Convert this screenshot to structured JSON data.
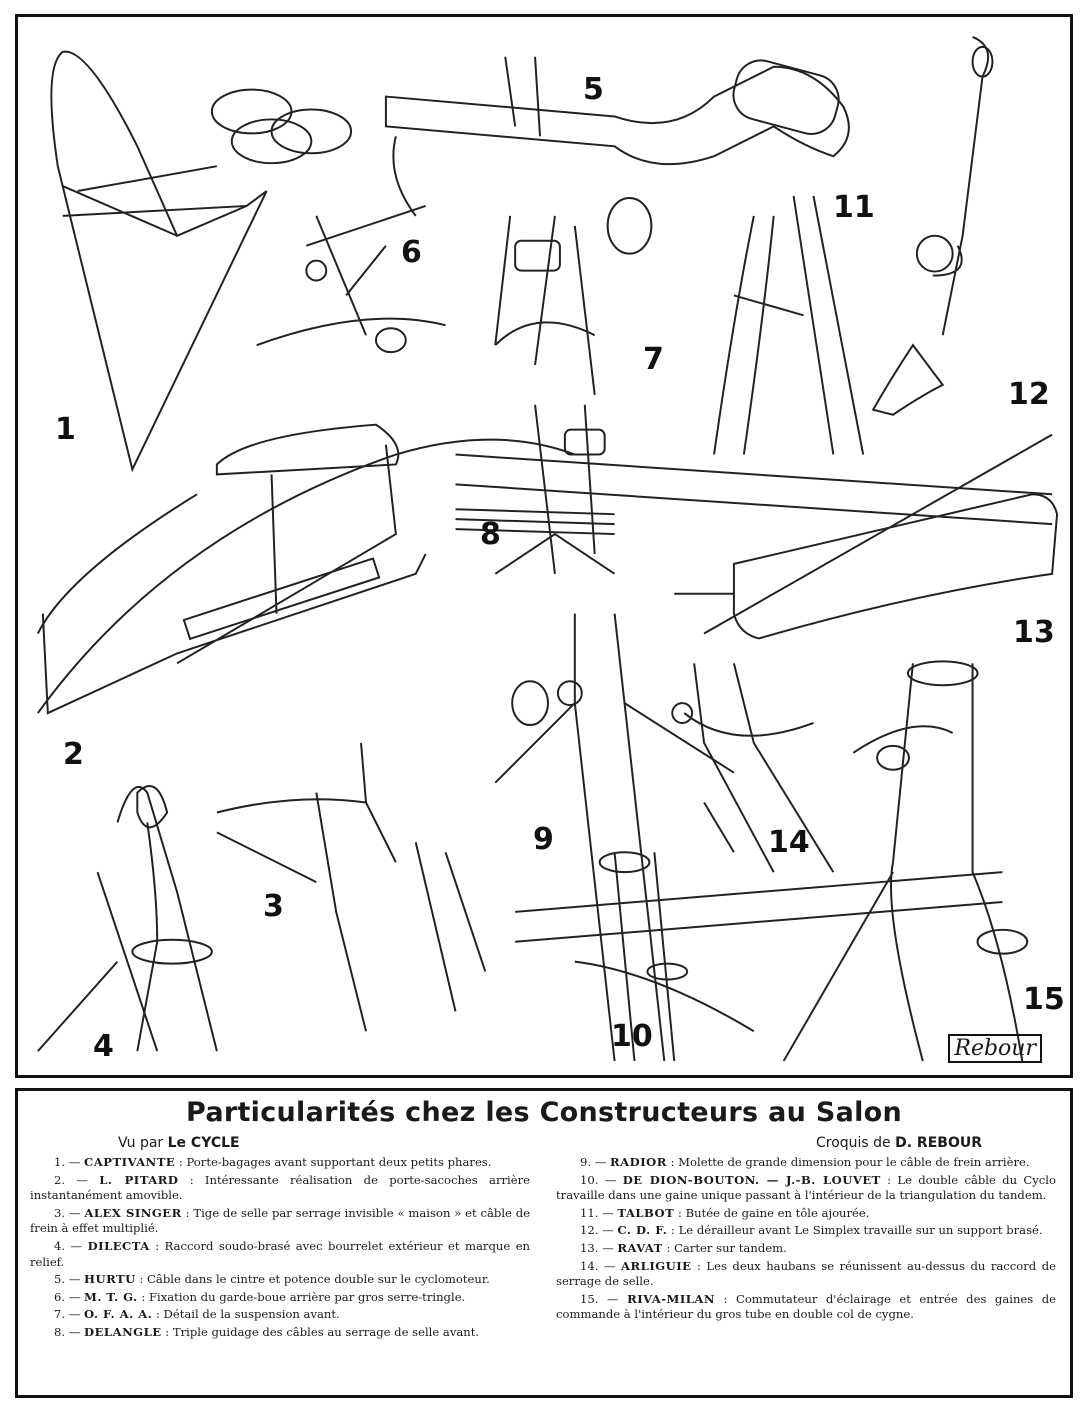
{
  "illustration": {
    "labels": [
      "1",
      "2",
      "3",
      "4",
      "5",
      "6",
      "7",
      "8",
      "9",
      "10",
      "11",
      "12",
      "13",
      "14",
      "15"
    ],
    "signature": "Rebour"
  },
  "caption": {
    "title": "Particularités chez les Constructeurs au Salon",
    "left_byline_prefix": "Vu par",
    "left_byline_name": "Le CYCLE",
    "right_byline_prefix": "Croquis de",
    "right_byline_name": "D. REBOUR",
    "items": [
      {
        "num": "1. —",
        "brand": "CAPTIVANTE",
        "text": ": Porte-bagages avant supportant deux petits phares."
      },
      {
        "num": "2. —",
        "brand": "L. PITARD",
        "text": ": Intéressante réalisation de porte-sacoches arrière instantanément amovible."
      },
      {
        "num": "3. —",
        "brand": "ALEX SINGER",
        "text": ": Tige de selle par serrage invisible « maison » et câble de frein à effet multiplié."
      },
      {
        "num": "4. —",
        "brand": "DILECTA",
        "text": ": Raccord soudo-brasé avec bourrelet extérieur et marque en relief."
      },
      {
        "num": "5. —",
        "brand": "HURTU",
        "text": ": Câble dans le cintre et potence double sur le cyclomoteur."
      },
      {
        "num": "6. —",
        "brand": "M. T. G.",
        "text": ": Fixation du garde-boue arrière par gros serre-tringle."
      },
      {
        "num": "7. —",
        "brand": "O. F. A. A.",
        "text": ": Détail de la suspension avant."
      },
      {
        "num": "8. —",
        "brand": "DELANGLE",
        "text": ": Triple guidage des câbles au serrage de selle avant."
      },
      {
        "num": "9. —",
        "brand": "RADIOR",
        "text": ": Molette de grande dimension pour le câble de frein arrière."
      },
      {
        "num": "10. —",
        "brand": "DE DION-BOUTON. — J.-B. LOUVET",
        "text": ": Le double câble du Cyclo travaille dans une gaine unique passant à l'intérieur de la triangulation du tandem."
      },
      {
        "num": "11. —",
        "brand": "TALBOT",
        "text": ": Butée de gaine en tôle ajourée."
      },
      {
        "num": "12. —",
        "brand": "C. D. F.",
        "text": ": Le dérailleur avant Le Simplex travaille sur un support brasé."
      },
      {
        "num": "13. —",
        "brand": "RAVAT",
        "text": ": Carter sur tandem."
      },
      {
        "num": "14. —",
        "brand": "ARLIGUIE",
        "text": ": Les deux haubans se réunissent au-dessus du raccord de serrage de selle."
      },
      {
        "num": "15. —",
        "brand": "RIVA-MILAN",
        "text": ": Commutateur d'éclairage et entrée des gaines de commande à l'intérieur du gros tube en double col de cygne."
      }
    ]
  }
}
